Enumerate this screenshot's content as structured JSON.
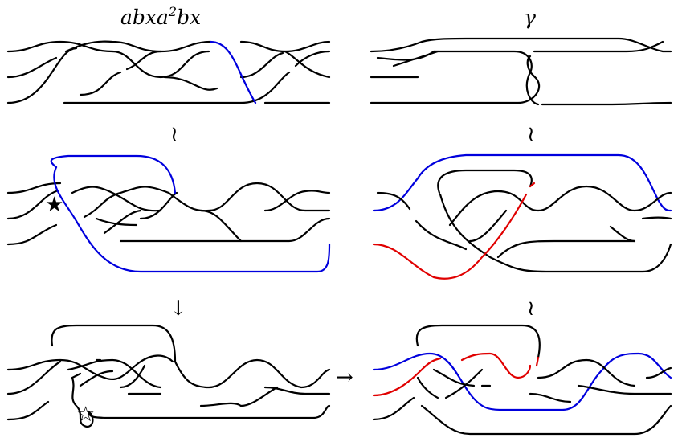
{
  "labels": {
    "word_main": "abxa",
    "word_exp": "2",
    "word_tail": "bx",
    "gamma": "γ",
    "approx": "≀",
    "down_arrow": "↓",
    "right_arrow": "→",
    "star": "★",
    "star_small": "☆"
  },
  "colors": {
    "strand": "#000000",
    "highlight_blue": "#0000dd",
    "highlight_red": "#e00000"
  }
}
